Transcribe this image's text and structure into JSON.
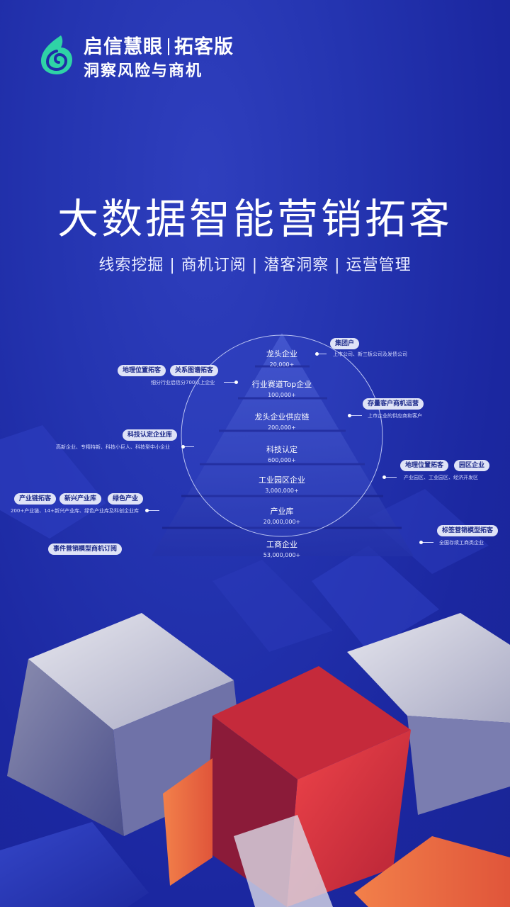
{
  "brand": {
    "name": "启信慧眼",
    "edition": "拓客版",
    "tagline": "洞察风险与商机"
  },
  "headline": "大数据智能营销拓客",
  "features": "线索挖掘 | 商机订阅 | 潜客洞察 | 运营管理",
  "pyramid": [
    {
      "name": "龙头企业",
      "count": "20,000+"
    },
    {
      "name": "行业赛道Top企业",
      "count": "100,000+"
    },
    {
      "name": "龙头企业供应链",
      "count": "200,000+"
    },
    {
      "name": "科技认定",
      "count": "600,000+"
    },
    {
      "name": "工业园区企业",
      "count": "3,000,000+"
    },
    {
      "name": "产业库",
      "count": "20,000,000+"
    },
    {
      "name": "工商企业",
      "count": "53,000,000+"
    }
  ],
  "left_callouts": {
    "geo": {
      "tags": [
        "地理位置拓客",
        "关系图谱拓客"
      ],
      "note": "细分行业启信分700以上企业"
    },
    "tech": {
      "tags": [
        "科技认定企业库"
      ],
      "note": "高新企业、专精特新、科技小巨人、科技型中小企业"
    },
    "industry": {
      "tags": [
        "产业链拓客",
        "新兴产业库",
        "绿色产业"
      ],
      "note": "200+产业链、14+新兴产业库、绿色产业库及科创企业库"
    },
    "event": {
      "tags": [
        "事件营销模型商机订阅"
      ]
    }
  },
  "right_callouts": {
    "group": {
      "tags": [
        "集团户"
      ],
      "note": "上市公司、新三板公司及发债公司"
    },
    "stock": {
      "tags": [
        "存量客户商机运营"
      ],
      "note": "上市企业的供应商和客户"
    },
    "park": {
      "tags": [
        "地理位置拓客",
        "园区企业"
      ],
      "note": "产业园区、工业园区、经济开发区"
    },
    "label": {
      "tags": [
        "标签营销模型拓客"
      ],
      "note": "全国存续工商类企业"
    }
  },
  "colors": {
    "brand_green": "#2fd3a6",
    "background": "#1f2ca6",
    "cube_red": "#d8353d",
    "cube_orange": "#ef6b3a"
  }
}
